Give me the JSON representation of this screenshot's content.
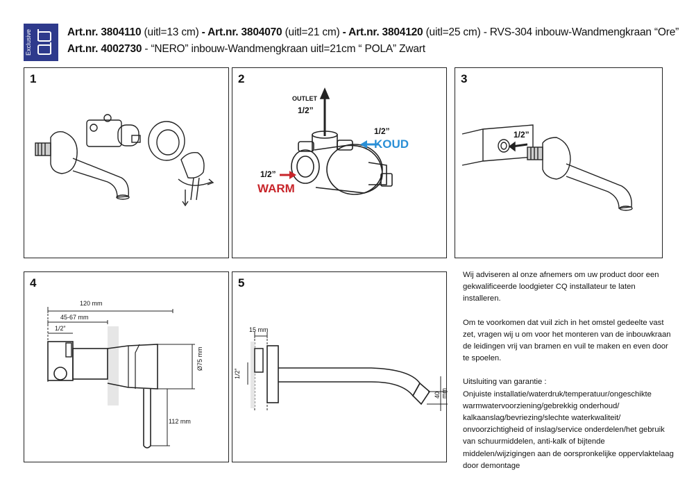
{
  "header": {
    "logo_text": "Exclusive",
    "line1": [
      {
        "bold": "Art.nr. 3804110",
        "text": " (uitl=13 cm)"
      },
      {
        "bold": " - Art.nr. 3804070",
        "text": " (uitl=21 cm)"
      },
      {
        "bold": " - Art.nr. 3804120",
        "text": " (uitl=25 cm) - RVS-304 inbouw-Wandmengkraan “Ore”"
      }
    ],
    "line2_bold": "Art.nr. 4002730",
    "line2_text": " - “NERO” inbouw-Wandmengkraan uitl=21cm “ POLA” Zwart"
  },
  "panels": {
    "p1": {
      "number": "1"
    },
    "p2": {
      "number": "2",
      "outlet": "OUTLET",
      "outlet_size": "1/2”",
      "koud_size": "1/2”",
      "koud": "KOUD",
      "warm_size": "1/2”",
      "warm": "WARM",
      "koud_color": "#2a8fd6",
      "warm_color": "#c8252a"
    },
    "p3": {
      "number": "3",
      "size": "1/2”"
    },
    "p4": {
      "number": "4",
      "dim_120": "120 mm",
      "dim_45_67": "45-67 mm",
      "dim_half": "1/2”",
      "dim_75": "Ø75 mm",
      "dim_112": "112 mm"
    },
    "p5": {
      "number": "5",
      "dim_15": "15 mm",
      "dim_half": "1/2”",
      "dim_40": "40 mm"
    }
  },
  "notes": {
    "p1": "Wij adviseren al onze afnemers om uw product door een gekwalificeerde loodgieter CQ installateur te laten installeren.",
    "p2": "Om te voorkomen dat vuil zich in het omstel gedeelte vast zet, vragen wij u om voor het monteren van de inbouwkraan de leidingen vrij van bramen en vuil te maken en even door te spoelen.",
    "p3_title": "Uitsluiting van garantie :",
    "p3_body": "Onjuiste installatie/waterdruk/temperatuur/ongeschikte warmwatervoorziening/gebrekkig onderhoud/ kalkaanslag/bevriezing/slechte waterkwaliteit/ onvoorzichtigheid of inslag/service onderdelen/het gebruik van schuurmiddelen, anti-kalk of bijtende middelen/wijzigingen aan de oorspronkelijke oppervlaktelaag  door demontage"
  }
}
